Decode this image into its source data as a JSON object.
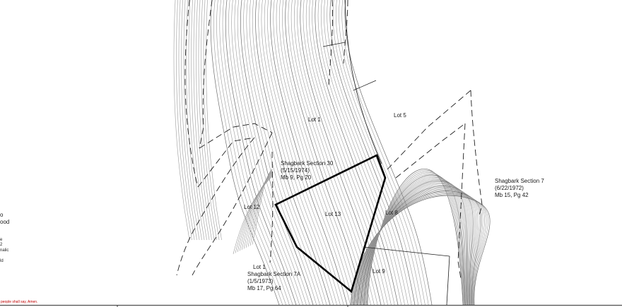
{
  "map": {
    "lots": {
      "lot1": "Lot 1",
      "lot5": "Lot 5",
      "lot12": "Lot 12",
      "lot13": "Lot 13",
      "lot8": "Lot 8",
      "lot9": "Lot 9"
    },
    "subdivisions": {
      "section30": {
        "line1": "Shagbark Section 30",
        "line2": "(5/15/1974)",
        "line3": "Mb 9, Pg 20"
      },
      "section7": {
        "line1": "Shagbark Section 7",
        "line2": "(6/22/1972)",
        "line3": "Mb 15, Pg 42"
      },
      "section7a": {
        "line0": "Lot 1",
        "line1": "Shagbark Section 7A",
        "line2": "(1/5/1973)",
        "line3": "Mb 17, Pg 64"
      }
    },
    "edge_fragments": [
      "o",
      "ood",
      "e",
      "2",
      "nalic",
      "ld"
    ],
    "footer_note": "people shall say, Amen."
  },
  "colors": {
    "parcel": "#000000",
    "contour": "#9a9a9a",
    "footer_note": "#c00000"
  }
}
